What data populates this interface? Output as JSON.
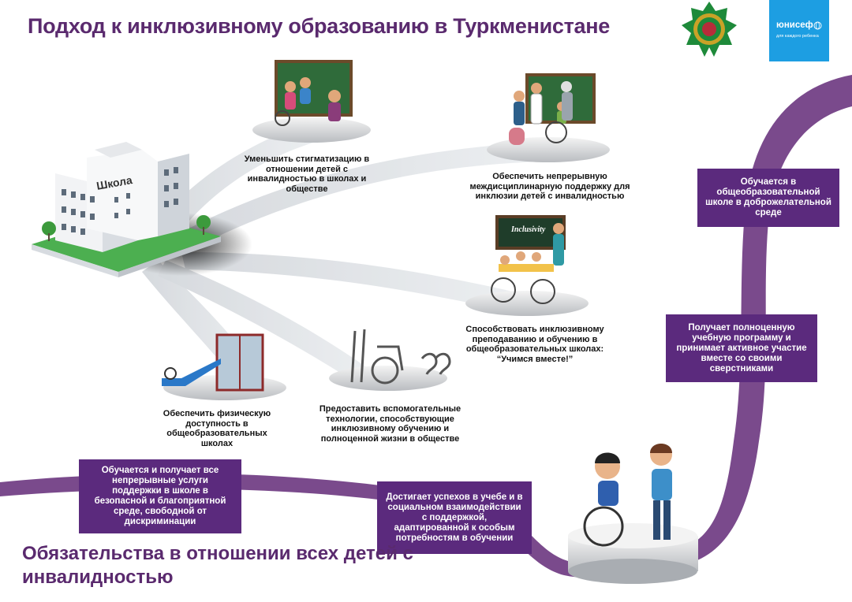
{
  "title": "Подход к инклюзивному образованию в Туркменистане",
  "bottom_title": "Обязательства в отношении всех детей с инвалидностью",
  "school_label": "Школа",
  "board_label": "Inclusivity",
  "unicef": {
    "name": "юнисеф",
    "tagline": "для каждого ребенка"
  },
  "captions": {
    "stigma": "Уменьшить стигматизацию в отношении детей с инвалидностью в школах и обществе",
    "support": "Обеспечить непрерывную междисциплинарную поддержку для инклюзии детей с инвалидностью",
    "teaching": "Способствовать инклюзивному преподаванию и обучению в общеобразовательных школах: “Учимся вместе!”",
    "access": "Обеспечить физическую доступность в общеобразовательных школах",
    "assistive": "Предоставить вспомогательные технологии, способствующие инклюзивному обучению и полноценной жизни в обществе"
  },
  "outcomes": {
    "o1": "Обучается и получает все непрерывные услуги поддержки в школе в безопасной и благоприятной среде, свободной от дискриминации",
    "o2": "Достигает успехов в учебе и в социальном взаимодействии с поддержкой, адаптированной к особым потребностям в обучении",
    "o3": "Получает полноценную учебную программу и принимает активное участие вместе со своими сверстниками",
    "o4": "Обучается в общеобразовательной школе в доброжелательной среде"
  },
  "colors": {
    "purple": "#5b2a7d",
    "title": "#5a2a6e",
    "road": "#7a4a8c",
    "unicef": "#1d9ee2",
    "green": "#1e8a3a"
  }
}
